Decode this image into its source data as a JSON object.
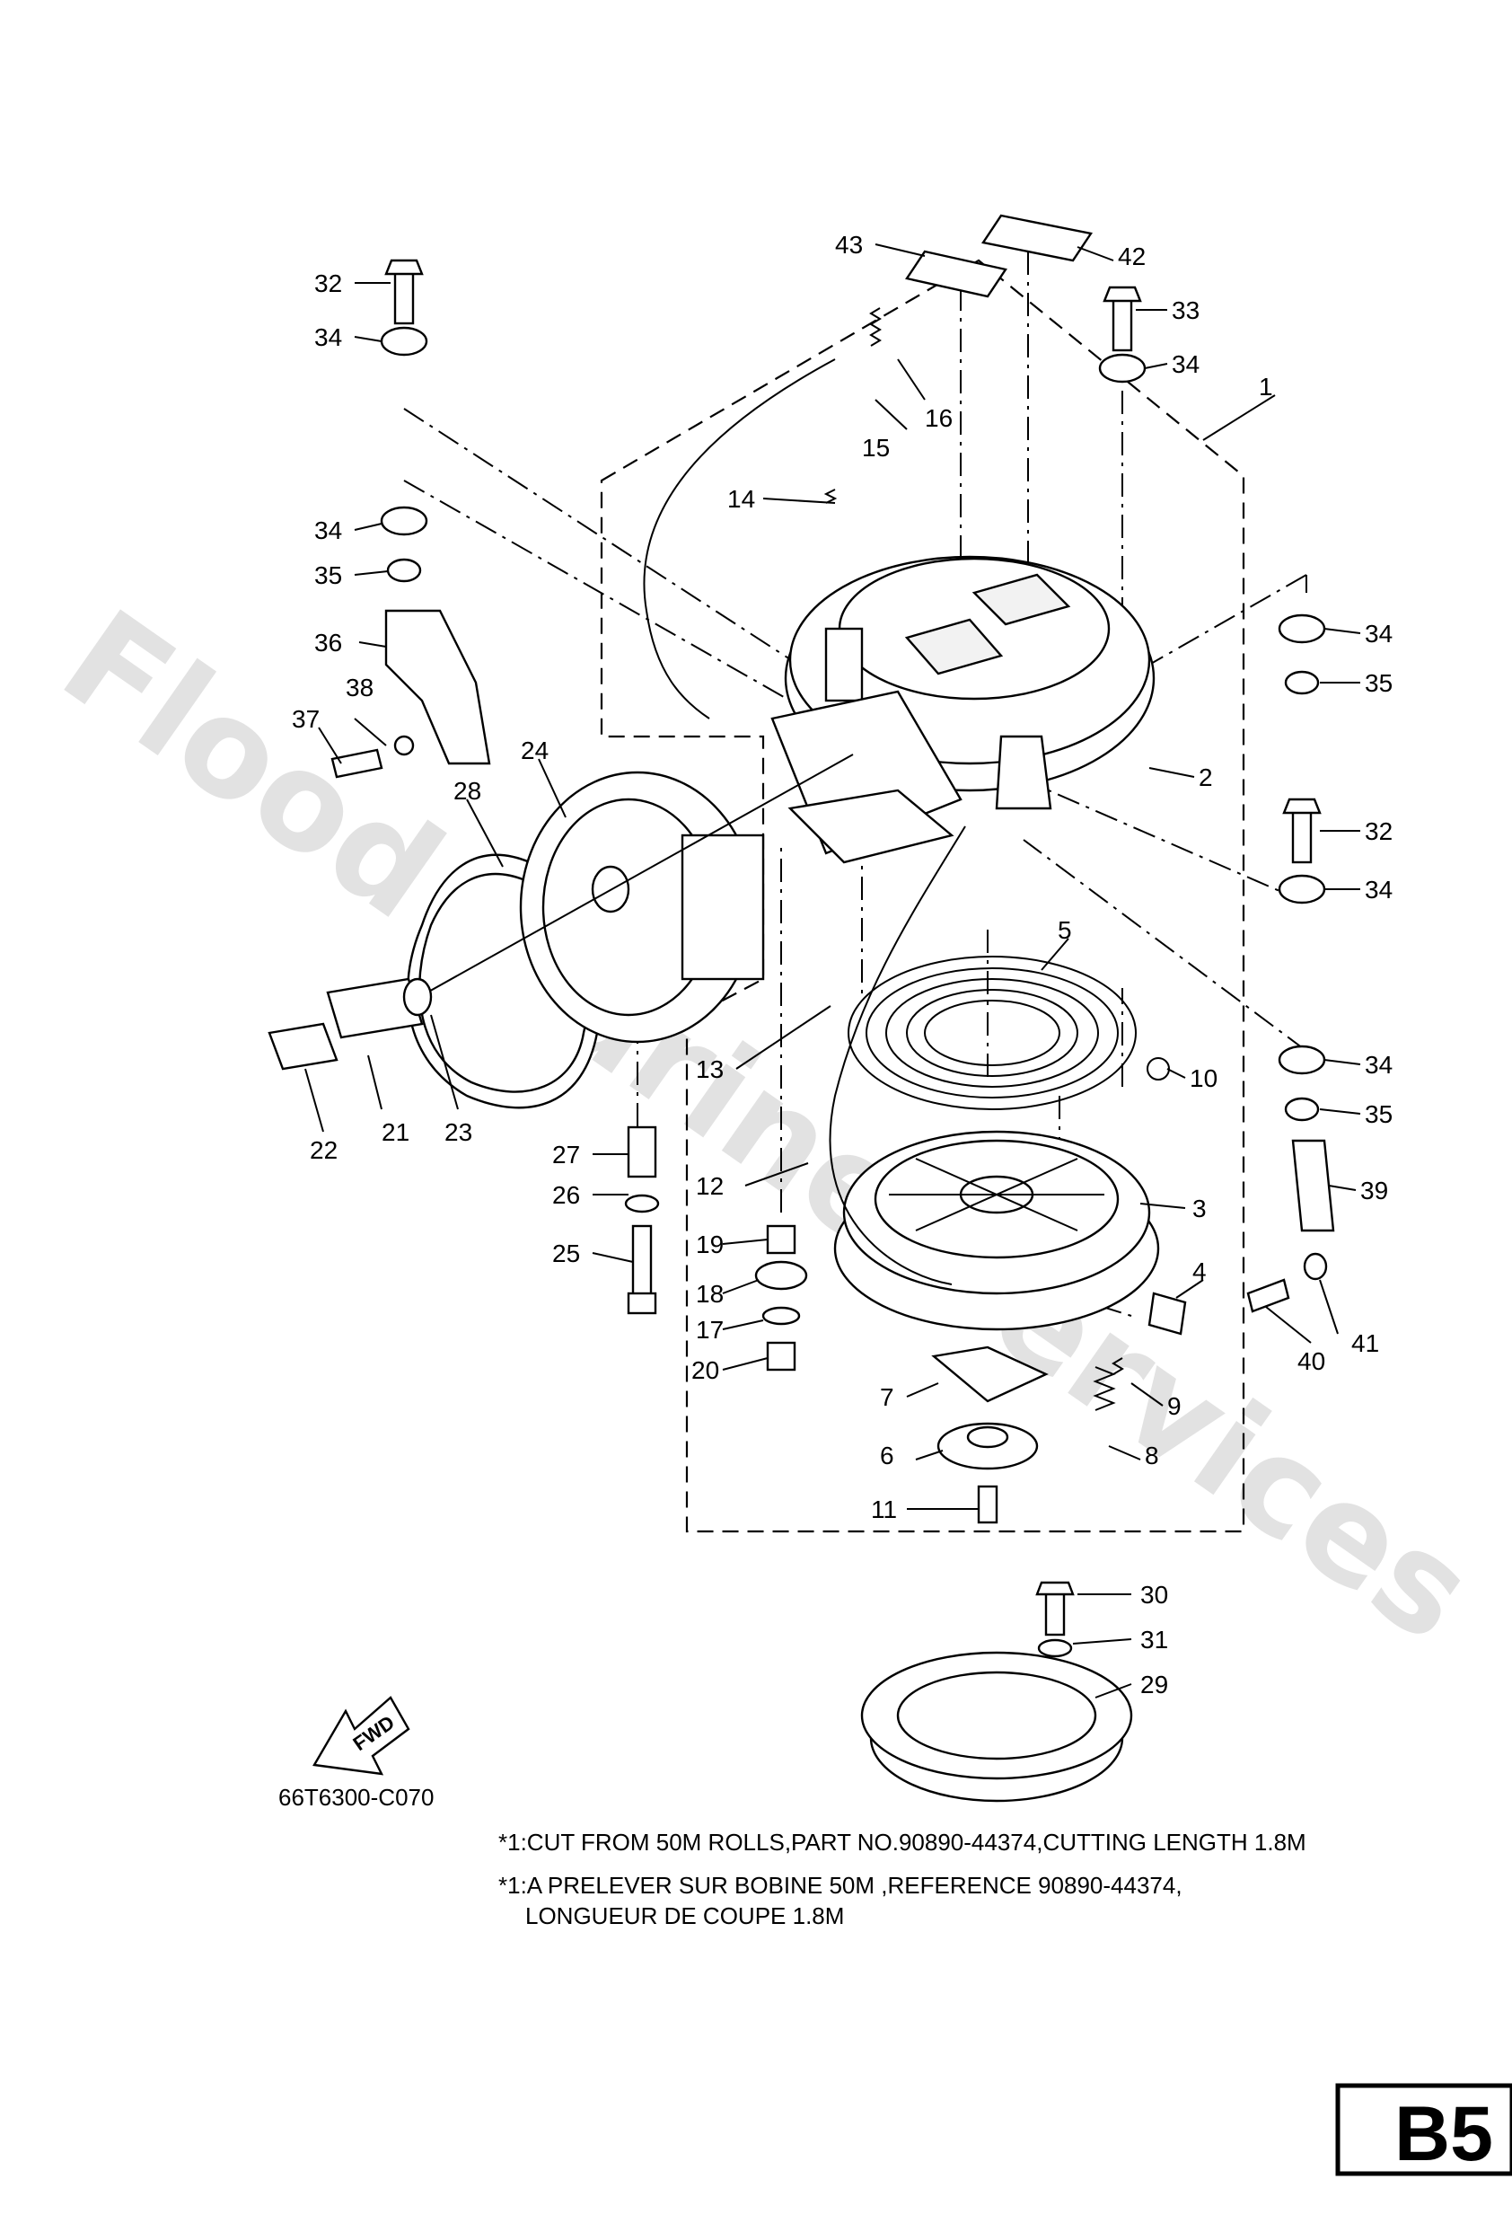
{
  "watermark": "Flood Marine Services",
  "diagram_code": "66T6300-C070",
  "fwd_label": "FWD",
  "page_badge": "B5",
  "footnotes": [
    "*1:CUT FROM 50M ROLLS,PART NO.90890-44374,CUTTING LENGTH 1.8M",
    "*1:A PRELEVER SUR BOBINE 50M ,REFERENCE 90890-44374,",
    "LONGUEUR DE COUPE 1.8M"
  ],
  "callouts": [
    "1",
    "2",
    "3",
    "4",
    "5",
    "6",
    "7",
    "8",
    "9",
    "10",
    "11",
    "12",
    "13",
    "14",
    "15",
    "16",
    "17",
    "18",
    "19",
    "20",
    "21",
    "22",
    "23",
    "24",
    "25",
    "26",
    "27",
    "28",
    "29",
    "30",
    "31",
    "32",
    "33",
    "34",
    "35",
    "36",
    "37",
    "38",
    "39",
    "40",
    "41",
    "42",
    "43"
  ]
}
